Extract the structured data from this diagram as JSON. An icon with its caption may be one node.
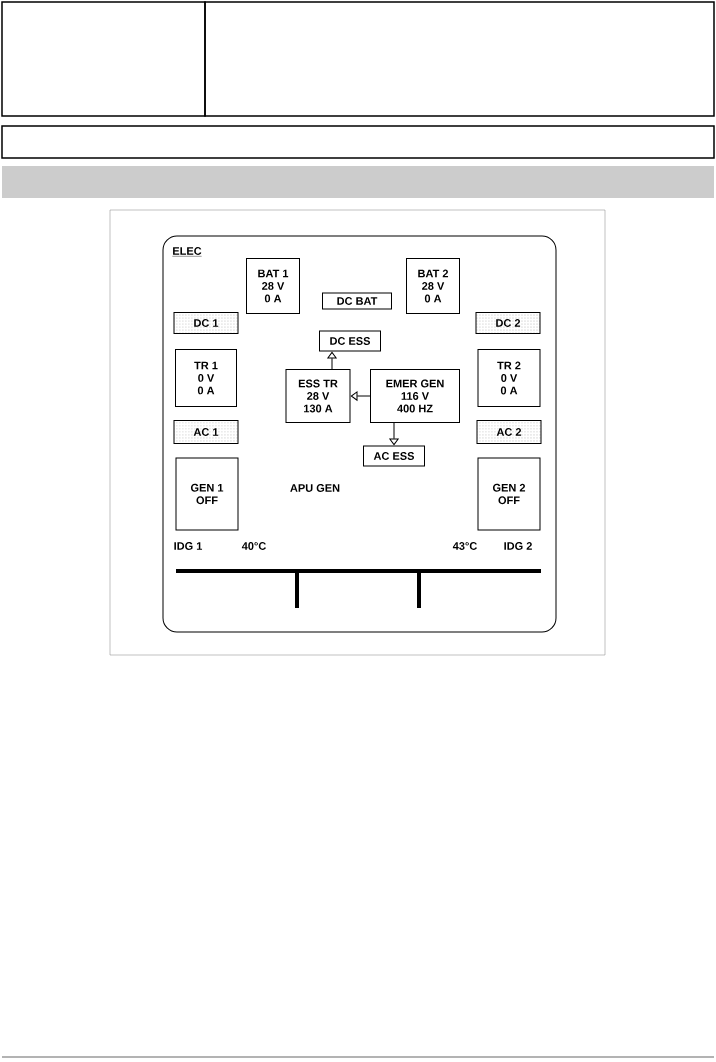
{
  "diagram": {
    "nodes": [
      {
        "text": [
          "BAT 1",
          "28 V",
          "0 A"
        ]
      },
      {
        "text": [
          "DC BAT"
        ]
      },
      {
        "text": [
          "BAT 2",
          "28 V",
          "0 A"
        ]
      },
      {
        "text": [
          "DC 1"
        ]
      },
      {
        "text": [
          "DC 2"
        ]
      },
      {
        "text": [
          "DC ESS"
        ]
      },
      {
        "text": [
          "TR 1",
          "0 V",
          "0 A"
        ]
      },
      {
        "text": [
          "ESS TR",
          "28 V",
          "130 A"
        ]
      },
      {
        "text": [
          "EMER GEN",
          "116 V",
          "400 HZ"
        ]
      },
      {
        "text": [
          "TR 2",
          "0 V",
          "0 A"
        ]
      },
      {
        "text": [
          "AC 1"
        ]
      },
      {
        "text": [
          "AC 2"
        ]
      },
      {
        "text": [
          "AC ESS"
        ]
      },
      {
        "text": [
          "GEN 1",
          "OFF"
        ]
      },
      {
        "text": [
          "GEN 2",
          "OFF"
        ]
      }
    ],
    "edges": [
      {
        "from": 7,
        "to": 5,
        "arrow": "to"
      },
      {
        "from": 8,
        "to": 7,
        "arrow": "to"
      },
      {
        "from": 8,
        "to": 12,
        "arrow": "to"
      }
    ],
    "labels": [
      "ELEC",
      "APU GEN",
      "IDG 1",
      "40°C",
      "43°C",
      "IDG 2"
    ]
  }
}
